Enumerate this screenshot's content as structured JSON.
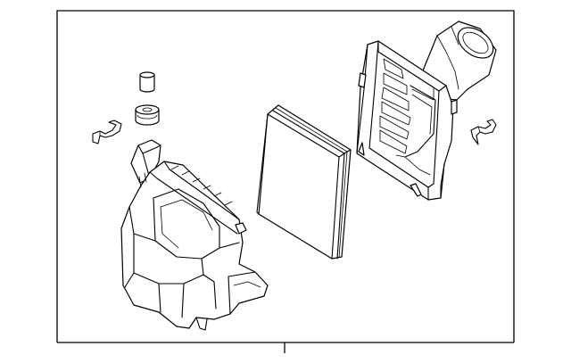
{
  "diagram": {
    "type": "exploded-parts-view",
    "parts": [
      {
        "name": "bushing-top",
        "icon": "cylinder-bushing"
      },
      {
        "name": "grommet",
        "icon": "round-grommet"
      },
      {
        "name": "clip-left",
        "icon": "retaining-clip"
      },
      {
        "name": "lower-housing",
        "icon": "air-cleaner-lower-box"
      },
      {
        "name": "filter-element",
        "icon": "flat-panel-filter"
      },
      {
        "name": "upper-cover",
        "icon": "air-cleaner-cover-with-duct"
      },
      {
        "name": "clip-right",
        "icon": "retaining-clip"
      }
    ],
    "colors": {
      "background": "#ffffff",
      "line": "#000000"
    }
  }
}
